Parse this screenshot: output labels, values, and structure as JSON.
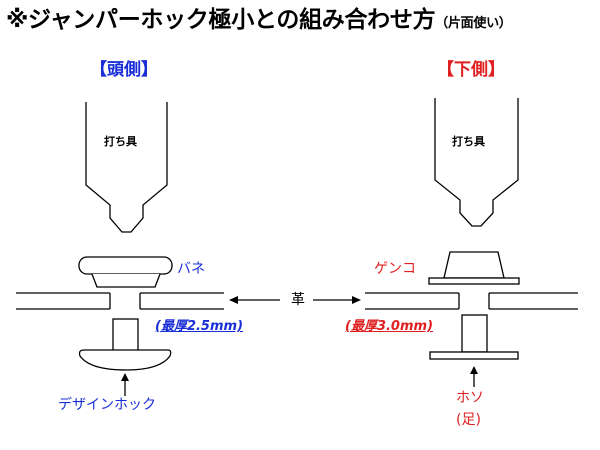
{
  "title": "※ジャンパーホック極小との組み合わせ方",
  "title_note": "（片面使い）",
  "left": {
    "heading": "【頭側】",
    "tool_label": "打ち具",
    "top_part": "バネ",
    "thickness_note": "(最厚2.5mm)",
    "bottom_part": "デザインホック"
  },
  "right": {
    "heading": "【下側】",
    "tool_label": "打ち具",
    "top_part": "ゲンコ",
    "thickness_note": "(最厚3.0mm)",
    "bottom_part": "ホソ",
    "bottom_part_sub": "(足)"
  },
  "leather_label": "革",
  "colors": {
    "blue": "#1a2ed8",
    "red": "#e02020",
    "black": "#000000"
  }
}
